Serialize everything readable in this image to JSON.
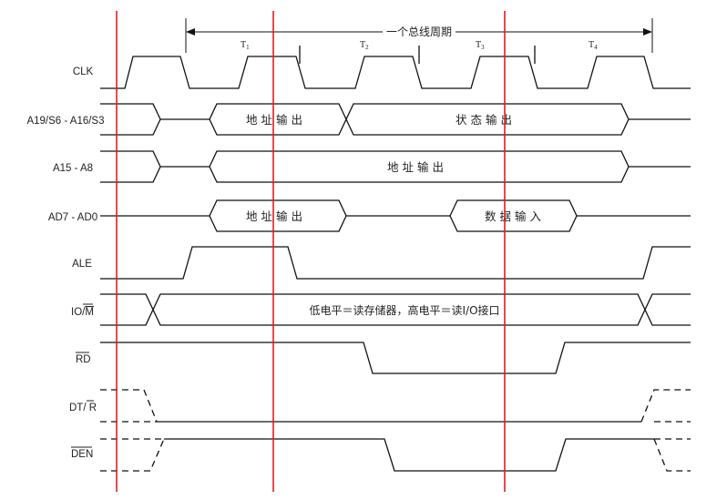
{
  "bus_cycle_label": "一个总线周期",
  "states": [
    {
      "main": "T",
      "sub": "1"
    },
    {
      "main": "T",
      "sub": "2"
    },
    {
      "main": "T",
      "sub": "3"
    },
    {
      "main": "T",
      "sub": "4"
    }
  ],
  "signals": {
    "clk": "CLK",
    "a19_s6": "A19/S6 - A16/S3",
    "a15_a8": "A15 - A8",
    "ad7_ad0": "AD7 - AD0",
    "ale": "ALE",
    "io_m_prefix": "IO/",
    "io_m_bar": "M",
    "rd_bar": "RD",
    "dt_r_prefix": "DT/ ",
    "dt_r_bar": "R",
    "den_bar": "DEN"
  },
  "fields": {
    "addr_out": "地址输出",
    "status_out": "状态输出",
    "data_in": "数据输入",
    "io_m_note": "低电平＝读存储器，高电平＝读I/O接口"
  },
  "colors": {
    "marker": "#e21d1d",
    "wave": "#111111"
  }
}
